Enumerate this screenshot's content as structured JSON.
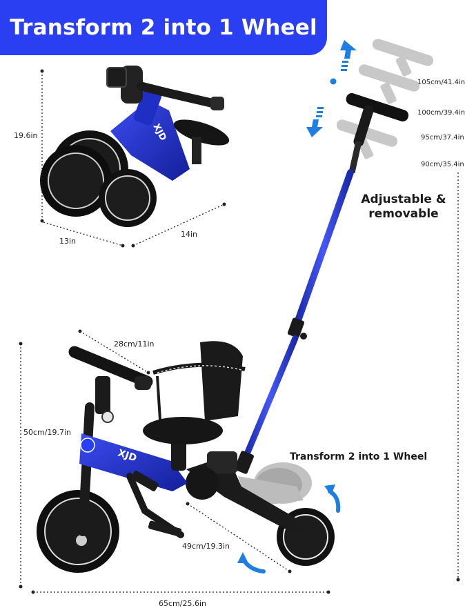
{
  "banner": {
    "title": "Transform 2 into 1 Wheel"
  },
  "small_trike": {
    "height_label": "19.6in",
    "depth_label": "13in",
    "width_label": "14in"
  },
  "push_handle": {
    "heights": [
      "105cm/41.4in",
      "100cm/39.4in",
      "95cm/37.4in",
      "90cm/35.4in"
    ],
    "note_line1": "Adjustable &",
    "note_line2": "removable"
  },
  "large_trike": {
    "handlebar_label": "28cm/11in",
    "height_label": "50cm/19.7in",
    "wheelbase_label": "49cm/19.3in",
    "length_label": "65cm/25.6in",
    "transform_label": "Transform 2 into 1 Wheel",
    "brand_text": "XJD"
  },
  "colors": {
    "banner": "#2a3ef2",
    "frame_blue": "#1f2fc4",
    "arrow_blue": "#1e7fe0",
    "tire": "#111111"
  }
}
